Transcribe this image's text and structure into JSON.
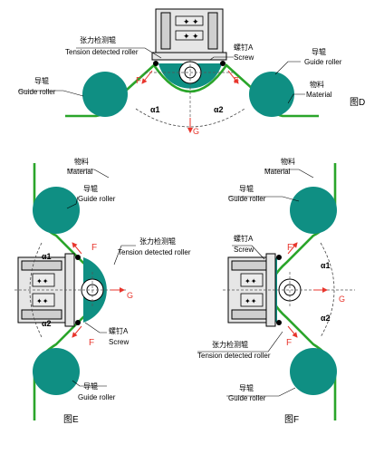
{
  "figures": {
    "D": {
      "caption": "图D",
      "tension_roller_cn": "张力检测辊",
      "tension_roller_en": "Tension detected roller",
      "screw_cn": "螺钉A",
      "screw_en": "Screw",
      "guide_cn": "导辊",
      "guide_en": "Guide roller",
      "guide_right_cn": "导辊",
      "guide_right_en": "Guide roller",
      "material_cn": "物料",
      "material_en": "Material",
      "force_left": "F",
      "force_right": "F",
      "angle_left": "α1",
      "angle_right": "α2",
      "gravity": "G"
    },
    "E": {
      "caption": "图E",
      "material_cn": "物料",
      "material_en": "Material",
      "guide_top_cn": "导辊",
      "guide_top_en": "Guide roller",
      "tension_roller_cn": "张力检测辊",
      "tension_roller_en": "Tension detected roller",
      "screw_cn": "螺钉A",
      "screw_en": "Screw",
      "guide_bottom_cn": "导辊",
      "guide_bottom_en": "Guide roller",
      "force_top": "F",
      "force_bottom": "F",
      "angle_top": "α1",
      "angle_bottom": "α2",
      "gravity": "G"
    },
    "F": {
      "caption": "图F",
      "material_cn": "物料",
      "material_en": "Material",
      "guide_top_cn": "导辊",
      "guide_top_en": "Guide roller",
      "screw_cn": "螺钉A",
      "screw_en": "Screw",
      "tension_roller_cn": "张力检测辊",
      "tension_roller_en": "Tension detected roller",
      "guide_bottom_cn": "导辊",
      "guide_bottom_en": "Guide roller",
      "force_top": "F",
      "force_bottom": "F",
      "angle_top": "α1",
      "angle_bottom": "α2",
      "gravity": "G"
    }
  },
  "colors": {
    "guide_roller": "#0f8f83",
    "material_web": "#2aa52a",
    "force": "#e8352c"
  }
}
